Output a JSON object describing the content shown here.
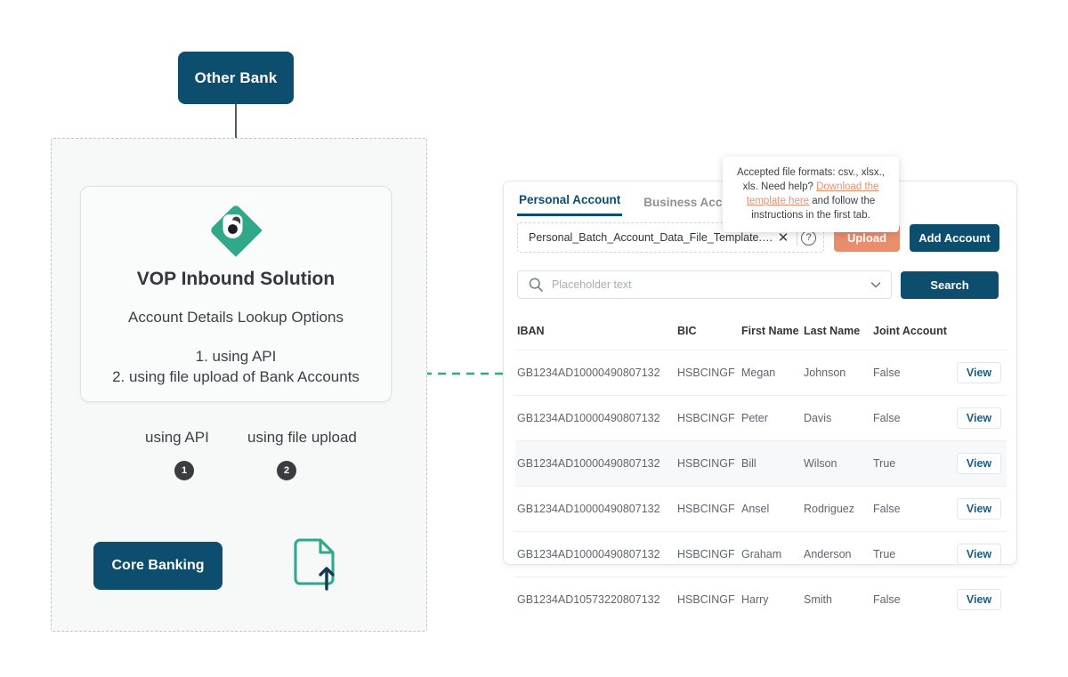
{
  "diagram": {
    "other_bank_label": "Other Bank",
    "card": {
      "title": "VOP Inbound Solution",
      "subtitle": "Account Details Lookup Options",
      "option_1": "1. using API",
      "option_2": "2. using file upload of Bank Accounts"
    },
    "branch_label_api": "using API",
    "branch_label_upload": "using file upload",
    "badge_1": "1",
    "badge_2": "2",
    "core_banking_label": "Core Banking",
    "colors": {
      "navy": "#0d4d6d",
      "teal": "#2fa98a",
      "dark": "#3a3d40",
      "region_bg": "#f7f8f8"
    }
  },
  "panel": {
    "tabs": [
      {
        "label": "Personal Account",
        "active": true
      },
      {
        "label": "Business Account",
        "active": false
      }
    ],
    "upload": {
      "filename": "Personal_Batch_Account_Data_File_Template.csv",
      "clear_icon": "close-x-icon",
      "help_icon": "question-mark-icon",
      "upload_label": "Upload",
      "add_account_label": "Add Account",
      "upload_color": "#e98e6d",
      "add_account_color": "#0d4d6d"
    },
    "search": {
      "placeholder": "Placeholder text",
      "value": "",
      "search_icon": "search-icon",
      "dropdown_icon": "chevron-down-icon",
      "search_label": "Search"
    },
    "tooltip": {
      "line1": "Accepted file formats: csv., xlsx., xls.",
      "line2_prefix": "Need help? ",
      "link_text": "Download the template here",
      "line2_suffix": " and follow the instructions in the first tab.",
      "link_color": "#e98e6d"
    },
    "table": {
      "columns": [
        "IBAN",
        "BIC",
        "First Name",
        "Last Name",
        "Joint Account",
        ""
      ],
      "action_label": "View",
      "rows": [
        {
          "iban": "GB1234AD10000490807132",
          "bic": "HSBCINGF",
          "first_name": "Megan",
          "last_name": "Johnson",
          "joint_account": "False",
          "action": "View",
          "highlight": false
        },
        {
          "iban": "GB1234AD10000490807132",
          "bic": "HSBCINGF",
          "first_name": "Peter",
          "last_name": "Davis",
          "joint_account": "False",
          "action": "View",
          "highlight": false
        },
        {
          "iban": "GB1234AD10000490807132",
          "bic": "HSBCINGF",
          "first_name": "Bill",
          "last_name": "Wilson",
          "joint_account": "True",
          "action": "View",
          "highlight": true
        },
        {
          "iban": "GB1234AD10000490807132",
          "bic": "HSBCINGF",
          "first_name": "Ansel",
          "last_name": "Rodriguez",
          "joint_account": "False",
          "action": "View",
          "highlight": false
        },
        {
          "iban": "GB1234AD10000490807132",
          "bic": "HSBCINGF",
          "first_name": "Graham",
          "last_name": "Anderson",
          "joint_account": "True",
          "action": "View",
          "highlight": false
        },
        {
          "iban": "GB1234AD10573220807132",
          "bic": "HSBCINGF",
          "first_name": "Harry",
          "last_name": "Smith",
          "joint_account": "False",
          "action": "View",
          "highlight": false
        }
      ]
    }
  }
}
